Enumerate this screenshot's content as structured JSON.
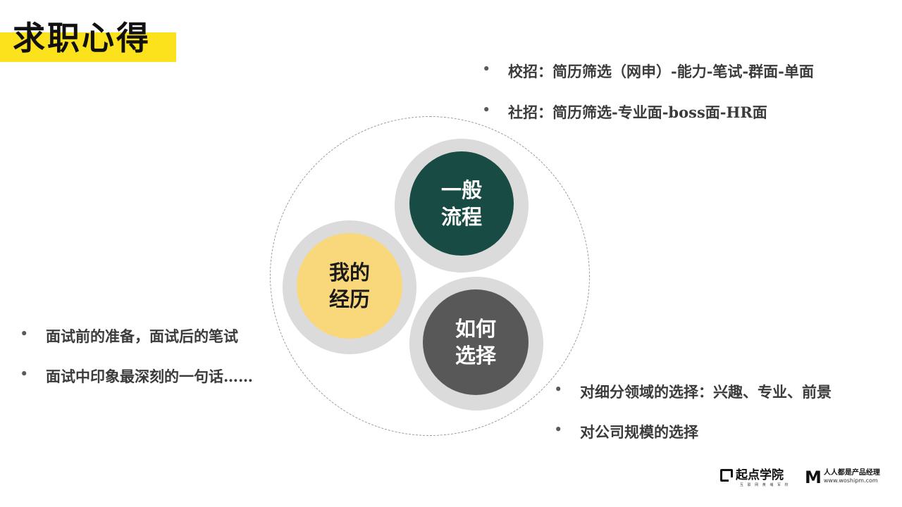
{
  "title": "求职心得",
  "colors": {
    "title_highlight": "#fbe21d",
    "general_circle": "#174b43",
    "mine_circle": "#f9d77b",
    "choose_circle": "#585858",
    "ring": "#dcdbdb"
  },
  "circles": {
    "general": {
      "line1": "一般",
      "line2": "流程"
    },
    "mine": {
      "line1": "我的",
      "line2": "经历"
    },
    "choose": {
      "line1": "如何",
      "line2": "选择"
    }
  },
  "general_points": [
    "校招：简历筛选（网申）-能力-笔试-群面-单面",
    "社招：简历筛选-专业面-boss面-HR面"
  ],
  "mine_points": [
    "面试前的准备，面试后的笔试",
    "面试中印象最深刻的一句话……"
  ],
  "choose_points": [
    "对细分领域的选择：兴趣、专业、前景",
    "对公司规模的选择"
  ],
  "logos": {
    "qidian_name": "起点学院",
    "qidian_tagline": "互 联 网 黄 埔 军 校",
    "woshipm_mark": "M",
    "woshipm_name": "人人都是产品经理",
    "woshipm_url": "www.woshipm.com"
  }
}
